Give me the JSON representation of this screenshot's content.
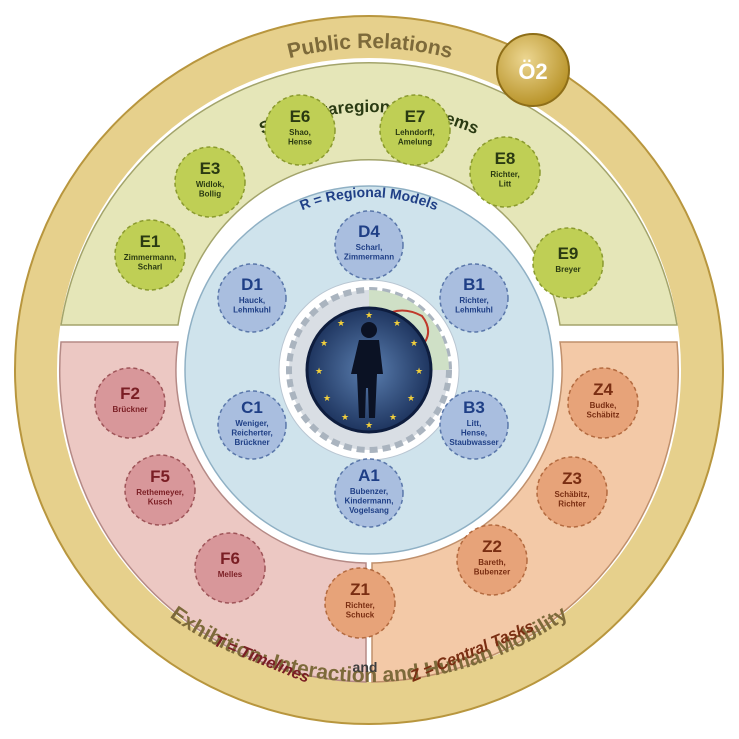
{
  "outer_ring": {
    "top_label": "Public Relations",
    "bottom_label": "Exhibition: Interaction and Human Mobility"
  },
  "badge": {
    "label": "Ö2"
  },
  "supraregional": {
    "title": "S = Supraregional Systems",
    "projects": [
      {
        "id": "E1",
        "names": [
          "Zimmermann,",
          "Scharl"
        ]
      },
      {
        "id": "E3",
        "names": [
          "Widlok,",
          "Bollig"
        ]
      },
      {
        "id": "E6",
        "names": [
          "Shao,",
          "Hense"
        ]
      },
      {
        "id": "E7",
        "names": [
          "Lehndorff,",
          "Amelung"
        ]
      },
      {
        "id": "E8",
        "names": [
          "Richter,",
          "Litt"
        ]
      },
      {
        "id": "E9",
        "names": [
          "Breyer"
        ]
      }
    ]
  },
  "regional": {
    "title": "R = Regional Models",
    "projects": [
      {
        "id": "D4",
        "names": [
          "Scharl,",
          "Zimmermann"
        ]
      },
      {
        "id": "D1",
        "names": [
          "Hauck,",
          "Lehmkuhl"
        ]
      },
      {
        "id": "B1",
        "names": [
          "Richter,",
          "Lehmkuhl"
        ]
      },
      {
        "id": "C1",
        "names": [
          "Weniger,",
          "Reicherter,",
          "Brückner"
        ]
      },
      {
        "id": "B3",
        "names": [
          "Litt,",
          "Hense,",
          "Staubwasser"
        ]
      },
      {
        "id": "A1",
        "names": [
          "Bubenzer,",
          "Kindermann,",
          "Vogelsang"
        ]
      }
    ]
  },
  "timelines": {
    "title": "T = Timelines",
    "projects": [
      {
        "id": "F2",
        "names": [
          "Brückner"
        ]
      },
      {
        "id": "F5",
        "names": [
          "Rethemeyer,",
          "Kusch"
        ]
      },
      {
        "id": "F6",
        "names": [
          "Melles"
        ]
      }
    ]
  },
  "central": {
    "title": "Z = Central Tasks",
    "projects": [
      {
        "id": "Z4",
        "names": [
          "Budke,",
          "Schäbitz"
        ]
      },
      {
        "id": "Z3",
        "names": [
          "Schäbitz,",
          "Richter"
        ]
      },
      {
        "id": "Z2",
        "names": [
          "Bareth,",
          "Bubenzer"
        ]
      },
      {
        "id": "Z1",
        "names": [
          "Richter,",
          "Schuck"
        ]
      }
    ]
  },
  "and_label": "and",
  "colors": {
    "outer_ring": "#e6d08c",
    "supraregional_fill": "#e5e6b8",
    "supraregional_node": "#bfcf55",
    "supraregional_text": "#2a3a12",
    "regional_fill": "#cfe3ec",
    "regional_node": "#a9bedf",
    "regional_text": "#1f3f86",
    "timelines_fill": "#ecc8c3",
    "timelines_node": "#d8979a",
    "timelines_text": "#7a1e24",
    "central_fill": "#f3c9a7",
    "central_node": "#e7a379",
    "central_text": "#7a2e12",
    "badge": "#c7a033"
  }
}
